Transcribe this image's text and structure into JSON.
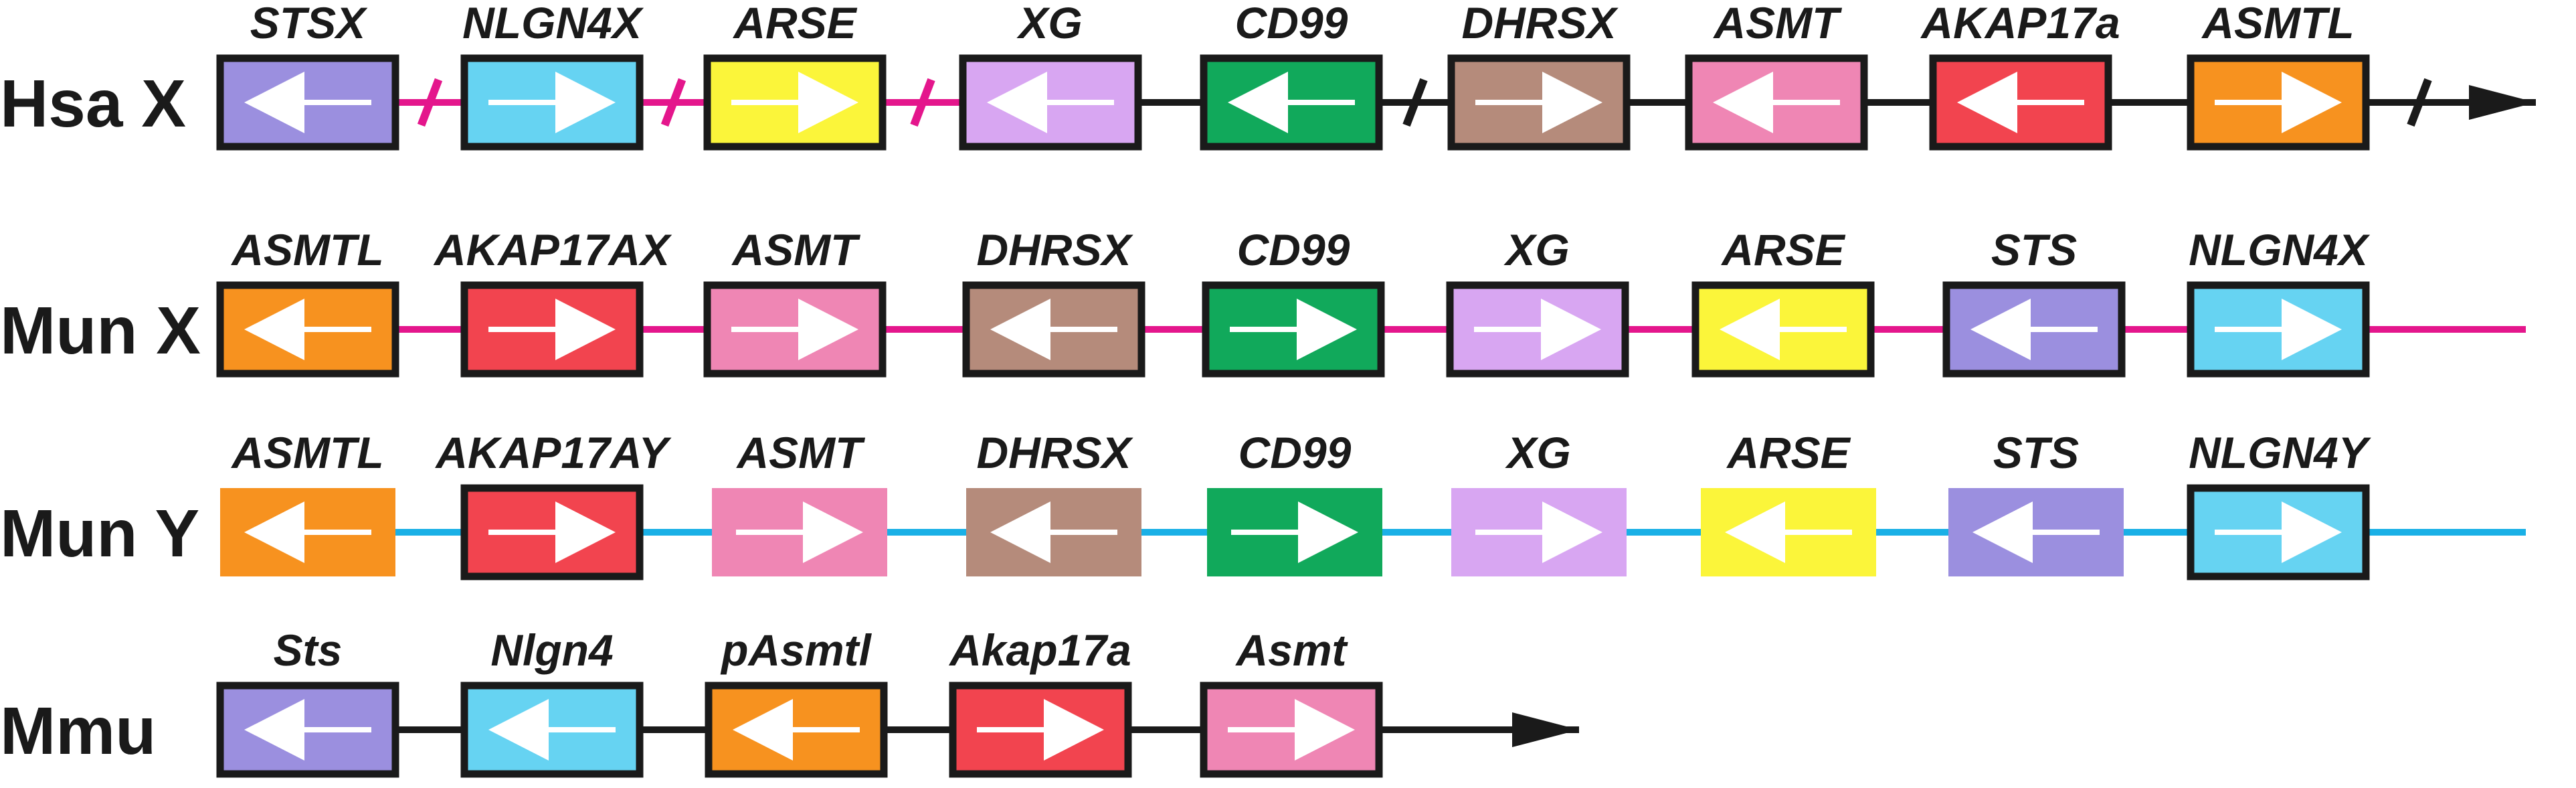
{
  "colors": {
    "STS": "#9b8fdf",
    "NLGN4": "#66d3f2",
    "ARSE": "#fbf53a",
    "XG": "#d8a6f2",
    "CD99": "#11a95b",
    "DHRSX": "#b58b7b",
    "ASMT": "#ef86b4",
    "AKAP17A": "#f2444f",
    "ASMTL": "#f7921f",
    "chromosome_magenta": "#e4168c",
    "chromosome_blue": "#1ab0e6",
    "chromosome_black": "#1a1a1a",
    "arrow_fill": "#ffffff"
  },
  "rows": [
    {
      "label": "Hsa X",
      "line_color": "black",
      "segment_colors": [
        "magenta",
        "magenta",
        "magenta",
        "magenta",
        "black",
        "black",
        "black",
        "black",
        "black",
        "black"
      ],
      "start_marker": "circle",
      "end_marker": "arrowhead",
      "marker_color": "magenta",
      "breaks_after": [
        0,
        1,
        2,
        4,
        8
      ],
      "break_colors": [
        "magenta",
        "magenta",
        "magenta",
        "black",
        "black"
      ],
      "genes": [
        {
          "name": "STSX",
          "color_key": "STS",
          "direction": "left",
          "outlined": true
        },
        {
          "name": "NLGN4X",
          "color_key": "NLGN4",
          "direction": "right",
          "outlined": true
        },
        {
          "name": "ARSE",
          "color_key": "ARSE",
          "direction": "right",
          "outlined": true
        },
        {
          "name": "XG",
          "color_key": "XG",
          "direction": "left",
          "outlined": true
        },
        {
          "name": "CD99",
          "color_key": "CD99",
          "direction": "left",
          "outlined": true
        },
        {
          "name": "DHRSX",
          "color_key": "DHRSX",
          "direction": "right",
          "outlined": true
        },
        {
          "name": "ASMT",
          "color_key": "ASMT",
          "direction": "left",
          "outlined": true
        },
        {
          "name": "AKAP17a",
          "color_key": "AKAP17A",
          "direction": "left",
          "outlined": true
        },
        {
          "name": "ASMTL",
          "color_key": "ASMTL",
          "direction": "right",
          "outlined": true
        }
      ]
    },
    {
      "label": "Mun X",
      "line_color": "magenta",
      "start_marker": "none",
      "end_marker": "none",
      "genes": [
        {
          "name": "ASMTL",
          "color_key": "ASMTL",
          "direction": "left",
          "outlined": true
        },
        {
          "name": "AKAP17AX",
          "color_key": "AKAP17A",
          "direction": "right",
          "outlined": true
        },
        {
          "name": "ASMT",
          "color_key": "ASMT",
          "direction": "right",
          "outlined": true
        },
        {
          "name": "DHRSX",
          "color_key": "DHRSX",
          "direction": "left",
          "outlined": true
        },
        {
          "name": "CD99",
          "color_key": "CD99",
          "direction": "right",
          "outlined": true
        },
        {
          "name": "XG",
          "color_key": "XG",
          "direction": "right",
          "outlined": true
        },
        {
          "name": "ARSE",
          "color_key": "ARSE",
          "direction": "left",
          "outlined": true
        },
        {
          "name": "STS",
          "color_key": "STS",
          "direction": "left",
          "outlined": true
        },
        {
          "name": "NLGN4X",
          "color_key": "NLGN4",
          "direction": "right",
          "outlined": true
        }
      ]
    },
    {
      "label": "Mun Y",
      "line_color": "blue",
      "start_marker": "none",
      "end_marker": "none",
      "genes": [
        {
          "name": "ASMTL",
          "color_key": "ASMTL",
          "direction": "left",
          "outlined": false
        },
        {
          "name": "AKAP17AY",
          "color_key": "AKAP17A",
          "direction": "right",
          "outlined": true
        },
        {
          "name": "ASMT",
          "color_key": "ASMT",
          "direction": "right",
          "outlined": false
        },
        {
          "name": "DHRSX",
          "color_key": "DHRSX",
          "direction": "left",
          "outlined": false
        },
        {
          "name": "CD99",
          "color_key": "CD99",
          "direction": "right",
          "outlined": false
        },
        {
          "name": "XG",
          "color_key": "XG",
          "direction": "right",
          "outlined": false
        },
        {
          "name": "ARSE",
          "color_key": "ARSE",
          "direction": "left",
          "outlined": false
        },
        {
          "name": "STS",
          "color_key": "STS",
          "direction": "left",
          "outlined": false
        },
        {
          "name": "NLGN4Y",
          "color_key": "NLGN4",
          "direction": "right",
          "outlined": true
        }
      ]
    },
    {
      "label": "Mmu",
      "line_color": "black",
      "start_marker": "circle",
      "end_marker": "arrowhead",
      "marker_color": "black",
      "genes": [
        {
          "name": "Sts",
          "color_key": "STS",
          "direction": "left",
          "outlined": true
        },
        {
          "name": "Nlgn4",
          "color_key": "NLGN4",
          "direction": "left",
          "outlined": true
        },
        {
          "name": "pAsmtl",
          "color_key": "ASMTL",
          "direction": "left",
          "outlined": true
        },
        {
          "name": "Akap17a",
          "color_key": "AKAP17A",
          "direction": "right",
          "outlined": true
        },
        {
          "name": "Asmt",
          "color_key": "ASMT",
          "direction": "right",
          "outlined": true
        }
      ]
    }
  ]
}
